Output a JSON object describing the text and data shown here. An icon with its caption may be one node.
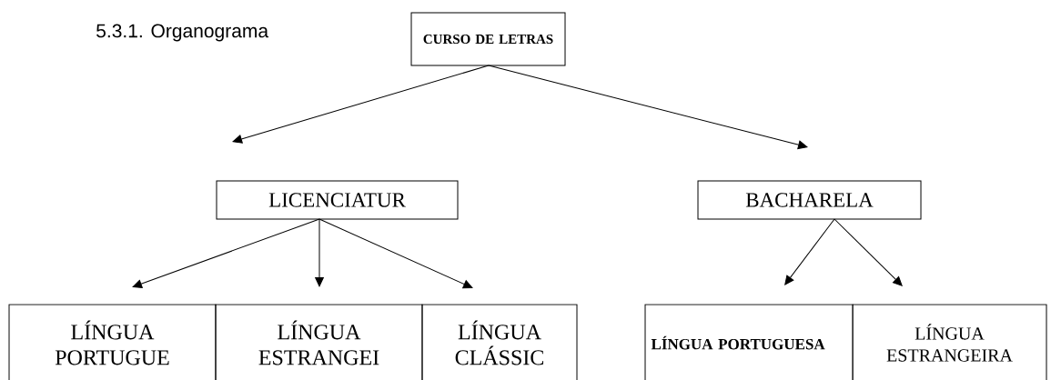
{
  "diagram": {
    "title": "5.3.1. Organograma",
    "nodes": [
      {
        "text": [
          "CURSO DE LETRAS"
        ]
      },
      {
        "text": [
          "LICENCIATUR"
        ]
      },
      {
        "text": [
          "BACHARELA"
        ]
      },
      {
        "text": [
          "LÍNGUA PORTUGUE"
        ]
      },
      {
        "text": [
          "LÍNGUA ESTRANGEI"
        ]
      },
      {
        "text": [
          "LÍNGUA CLÁSSIC"
        ]
      },
      {
        "text": [
          "LÍNGUA PORTUGUESA"
        ]
      },
      {
        "text": [
          "LÍNGUA ESTRANGEIRA"
        ]
      }
    ],
    "edges": [
      {
        "from": 0,
        "to": 1,
        "arrow": "to"
      },
      {
        "from": 0,
        "to": 2,
        "arrow": "to"
      },
      {
        "from": 1,
        "to": 3,
        "arrow": "to"
      },
      {
        "from": 1,
        "to": 4,
        "arrow": "to"
      },
      {
        "from": 1,
        "to": 5,
        "arrow": "to"
      },
      {
        "from": 2,
        "to": 6,
        "arrow": "to"
      },
      {
        "from": 2,
        "to": 7,
        "arrow": "to"
      }
    ]
  }
}
